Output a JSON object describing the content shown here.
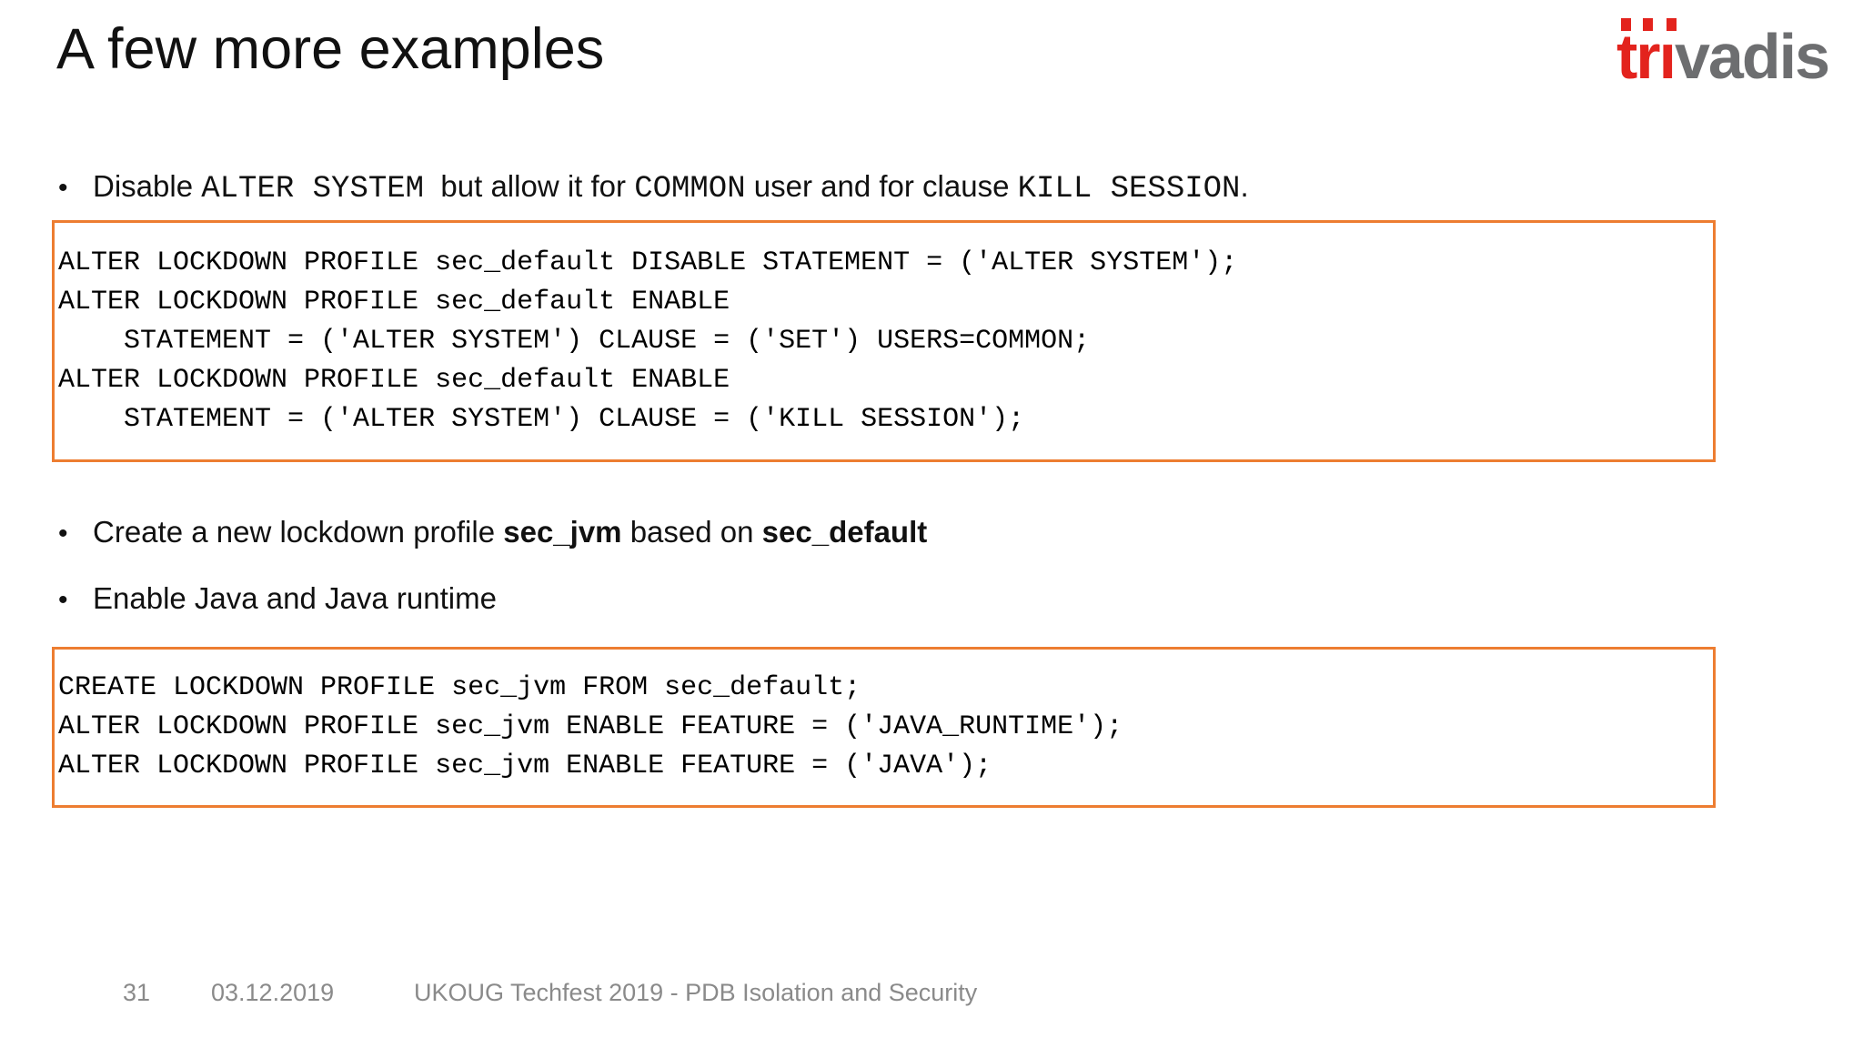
{
  "slide": {
    "title": "A few more examples",
    "logo": {
      "red_part": "tri",
      "gray_part": "vadis",
      "red_color": "#e3231d",
      "gray_color": "#6d6e70"
    },
    "bullet1_segments": [
      {
        "text": "Disable ",
        "style": "sans"
      },
      {
        "text": "ALTER SYSTEM",
        "style": "mono"
      },
      {
        "text": "  but allow it for ",
        "style": "sans"
      },
      {
        "text": "COMMON",
        "style": "mono"
      },
      {
        "text": " user and for clause ",
        "style": "sans"
      },
      {
        "text": "KILL SESSION",
        "style": "mono"
      },
      {
        "text": ".",
        "style": "sans"
      }
    ],
    "code_block1_lines": [
      "ALTER LOCKDOWN PROFILE sec_default DISABLE STATEMENT = ('ALTER SYSTEM');",
      "ALTER LOCKDOWN PROFILE sec_default ENABLE",
      "    STATEMENT = ('ALTER SYSTEM') CLAUSE = ('SET') USERS=COMMON;",
      "ALTER LOCKDOWN PROFILE sec_default ENABLE",
      "    STATEMENT = ('ALTER SYSTEM') CLAUSE = ('KILL SESSION');"
    ],
    "bullet2_segments": [
      {
        "text": "Create a new lockdown profile ",
        "style": "sans"
      },
      {
        "text": "sec_jvm",
        "style": "bold"
      },
      {
        "text": " based on ",
        "style": "sans"
      },
      {
        "text": "sec_default",
        "style": "bold"
      }
    ],
    "bullet3_segments": [
      {
        "text": "Enable Java and Java runtime",
        "style": "sans"
      }
    ],
    "code_block2_lines": [
      "CREATE LOCKDOWN PROFILE sec_jvm FROM sec_default;",
      "ALTER LOCKDOWN PROFILE sec_jvm ENABLE FEATURE = ('JAVA_RUNTIME');",
      "ALTER LOCKDOWN PROFILE sec_jvm ENABLE FEATURE = ('JAVA');"
    ],
    "footer": {
      "page_number": "31",
      "date": "03.12.2019",
      "event": "UKOUG Techfest 2019 - PDB Isolation and Security"
    },
    "colors": {
      "code_border": "#ed7d31",
      "footer_text": "#8a8a8a",
      "body_text": "#111111"
    }
  }
}
